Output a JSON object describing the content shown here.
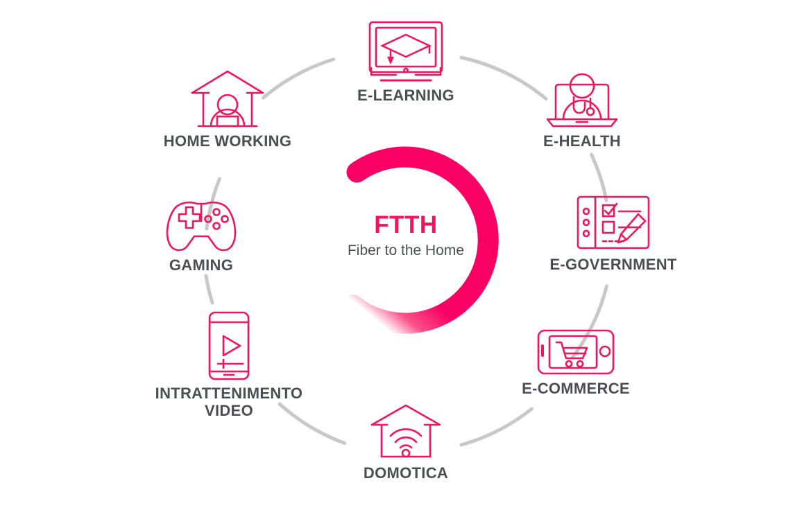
{
  "center": {
    "title": "FTTH",
    "subtitle": "Fiber to\nthe Home",
    "accent_color": "#f4145b",
    "arc_color": "#fa0064"
  },
  "colors": {
    "icon_pink": "#f4145b",
    "label_gray": "#4b4f54",
    "connector_gray": "#c8c8c8",
    "background": "#ffffff"
  },
  "nodes": [
    {
      "id": "e-learning",
      "label": "E-LEARNING",
      "icon": "monitor-graduation-cap-icon"
    },
    {
      "id": "e-health",
      "label": "E-HEALTH",
      "icon": "laptop-doctor-stethoscope-icon"
    },
    {
      "id": "e-government",
      "label": "E-GOVERNMENT",
      "icon": "form-checkbox-pencil-icon"
    },
    {
      "id": "e-commerce",
      "label": "E-COMMERCE",
      "icon": "smartphone-shopping-cart-icon"
    },
    {
      "id": "domotica",
      "label": "DOMOTICA",
      "icon": "house-wifi-icon"
    },
    {
      "id": "video",
      "label": "INTRATTENIMENTO\nVIDEO",
      "icon": "smartphone-play-button-icon"
    },
    {
      "id": "gaming",
      "label": "GAMING",
      "icon": "game-controller-icon"
    },
    {
      "id": "home-working",
      "label": "HOME WORKING",
      "icon": "house-person-desk-icon"
    }
  ],
  "chart_data": {
    "type": "diagram",
    "layout": "radial-hub-and-spoke",
    "title": "FTTH",
    "subtitle": "Fiber to the Home",
    "center_label": "FTTH Fiber to the Home",
    "categories": [
      "E-LEARNING",
      "E-HEALTH",
      "E-GOVERNMENT",
      "E-COMMERCE",
      "DOMOTICA",
      "INTRATTENIMENTO VIDEO",
      "GAMING",
      "HOME WORKING"
    ],
    "connector_style": "dashed-circle-segments",
    "node_count": 8
  }
}
